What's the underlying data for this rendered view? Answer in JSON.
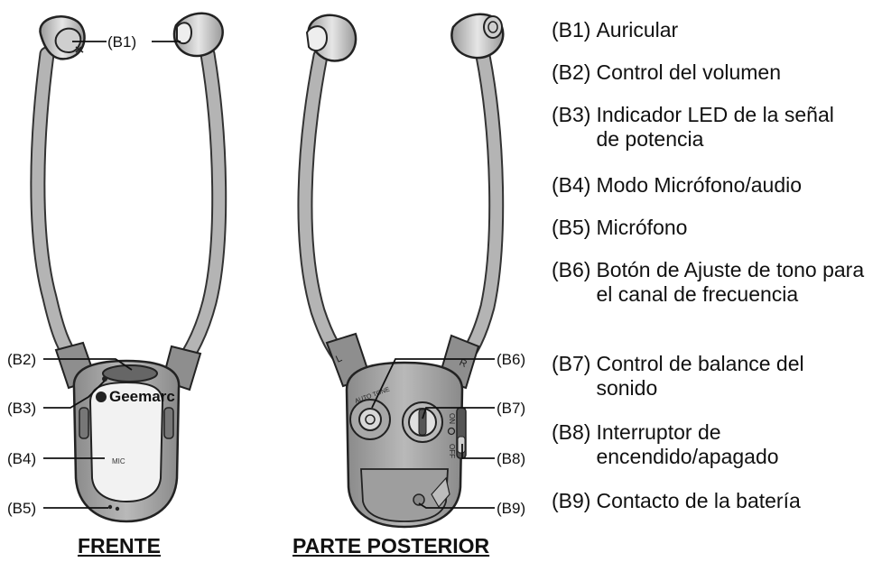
{
  "captions": {
    "front": "FRENTE",
    "back": "PARTE POSTERIOR"
  },
  "device_text": {
    "brand": "Geemarc",
    "mic": "MIC",
    "auto_tone": "AUTO TONE",
    "left": "L",
    "right": "R",
    "on": "ON",
    "off": "OFF"
  },
  "callouts": {
    "b1": "(B1)",
    "b2": "(B2)",
    "b3": "(B3)",
    "b4": "(B4)",
    "b5": "(B5)",
    "b6": "(B6)",
    "b7": "(B7)",
    "b8": "(B8)",
    "b9": "(B9)"
  },
  "legend": [
    {
      "code": "(B1)",
      "text": "Auricular"
    },
    {
      "code": "(B2)",
      "text": "Control del volumen"
    },
    {
      "code": "(B3)",
      "text": "Indicador LED de la señal de potencia"
    },
    {
      "code": "(B4)",
      "text": "Modo Micrófono/audio"
    },
    {
      "code": "(B5)",
      "text": "Micrófono"
    },
    {
      "code": "(B6)",
      "text": "Botón de Ajuste de tono para el canal de frecuencia"
    },
    {
      "code": "(B7)",
      "text": "Control de balance del sonido"
    },
    {
      "code": "(B8)",
      "text": "Interruptor de encendido/apagado"
    },
    {
      "code": "(B9)",
      "text": "Contacto de la batería"
    }
  ]
}
